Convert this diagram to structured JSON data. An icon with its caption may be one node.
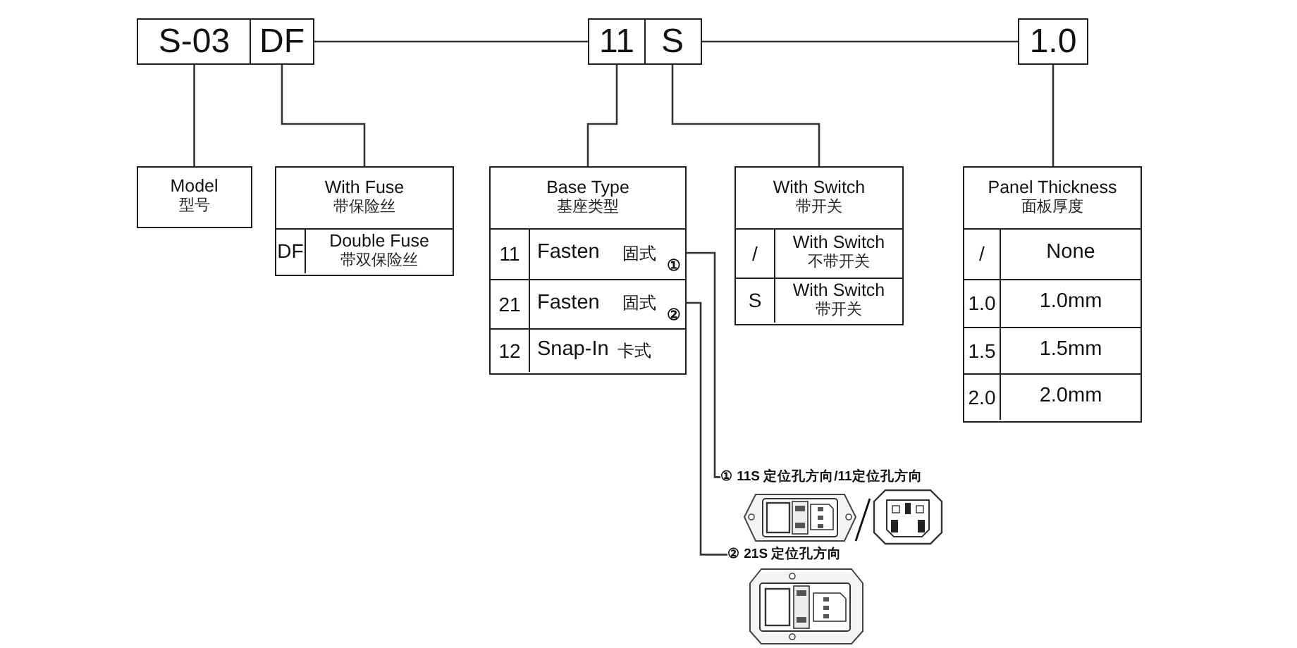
{
  "diagram": {
    "nodes": [
      {
        "text": [
          "S-03"
        ]
      },
      {
        "text": [
          "DF"
        ]
      },
      {
        "text": [
          "11"
        ]
      },
      {
        "text": [
          "S"
        ]
      },
      {
        "text": [
          "1.0"
        ]
      },
      {
        "text": [
          "Model",
          "型号"
        ]
      },
      {
        "text": [
          "With Fuse",
          "带保险丝"
        ]
      },
      {
        "text": [
          "DF",
          "Double Fuse",
          "带双保险丝"
        ],
        "in": 6
      },
      {
        "text": [
          "Base Type",
          "基座类型"
        ]
      },
      {
        "text": [
          "11",
          "Fasten",
          "固式",
          "①"
        ],
        "in": 8
      },
      {
        "text": [
          "21",
          "Fasten",
          "固式",
          "②"
        ],
        "in": 8
      },
      {
        "text": [
          "12",
          "Snap-In",
          "卡式"
        ],
        "in": 8
      },
      {
        "text": [
          "With Switch",
          "带开关"
        ]
      },
      {
        "text": [
          "/",
          "With Switch",
          "不带开关"
        ],
        "in": 12
      },
      {
        "text": [
          "S",
          "With Switch",
          "带开关"
        ],
        "in": 12
      },
      {
        "text": [
          "Panel Thickness",
          "面板厚度"
        ]
      },
      {
        "text": [
          "/",
          "None"
        ],
        "in": 15
      },
      {
        "text": [
          "1.0",
          "1.0mm"
        ],
        "in": 15
      },
      {
        "text": [
          "1.5",
          "1.5mm"
        ],
        "in": 15
      },
      {
        "text": [
          "2.0",
          "2.0mm"
        ],
        "in": 15
      },
      {
        "text": [
          "① 11S 定位孔方向/11定位孔方向"
        ]
      },
      {
        "text": [
          "② 21S 定位孔方向"
        ]
      }
    ],
    "edges": [
      {
        "from": 1,
        "to": 2,
        "arrow": "none"
      },
      {
        "from": 3,
        "to": 4,
        "arrow": "none"
      },
      {
        "from": 0,
        "to": 5,
        "arrow": "none"
      },
      {
        "from": 1,
        "to": 6,
        "arrow": "none"
      },
      {
        "from": 2,
        "to": 8,
        "arrow": "none"
      },
      {
        "from": 3,
        "to": 12,
        "arrow": "none"
      },
      {
        "from": 4,
        "to": 15,
        "arrow": "none"
      },
      {
        "from": 9,
        "to": 20,
        "arrow": "none"
      },
      {
        "from": 10,
        "to": 21,
        "arrow": "none"
      }
    ]
  }
}
